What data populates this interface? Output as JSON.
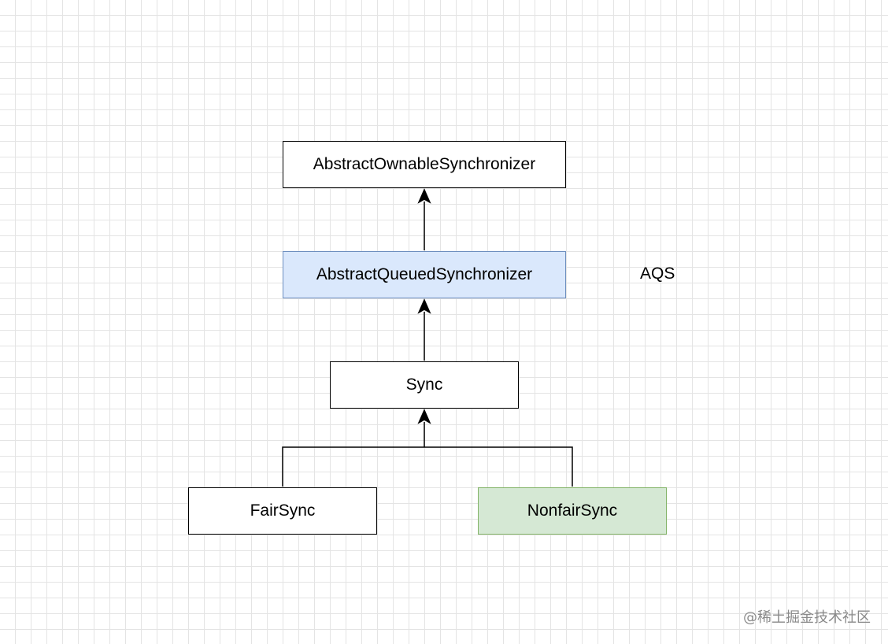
{
  "diagram": {
    "nodes": {
      "aos": {
        "label": "AbstractOwnableSynchronizer"
      },
      "aqs": {
        "label": "AbstractQueuedSynchronizer",
        "fill": "#dae8fc",
        "border": "#6c8ebf"
      },
      "sync": {
        "label": "Sync"
      },
      "fair": {
        "label": "FairSync"
      },
      "nonfair": {
        "label": "NonfairSync",
        "fill": "#d5e8d4",
        "border": "#82b366"
      }
    },
    "annotation": "AQS",
    "edges": [
      {
        "from": "aqs",
        "to": "aos",
        "type": "inheritance"
      },
      {
        "from": "sync",
        "to": "aqs",
        "type": "inheritance"
      },
      {
        "from": "fair",
        "to": "sync",
        "type": "inheritance"
      },
      {
        "from": "nonfair",
        "to": "sync",
        "type": "inheritance"
      }
    ]
  },
  "watermark": "@稀土掘金技术社区"
}
